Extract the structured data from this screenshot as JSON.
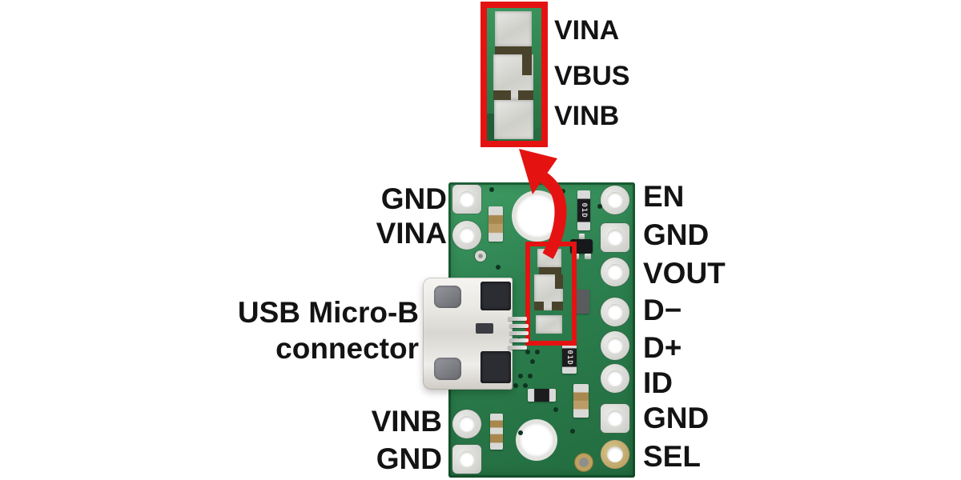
{
  "colors": {
    "bg": "#ffffff",
    "red": "#e41312",
    "board-green": "#2d8150",
    "board-green-light": "#3f9c63",
    "board-green-dark": "#1c5b37",
    "pad-silver": "#d9d9d7",
    "hole-white": "#ffffff",
    "text": "#131313"
  },
  "inset": {
    "pads": [
      "VINA",
      "VBUS",
      "VINB"
    ]
  },
  "board": {
    "left_pins": [
      "GND",
      "VINA",
      "VINB",
      "GND"
    ],
    "right_pins": [
      "EN",
      "GND",
      "VOUT",
      "D−",
      "D+",
      "ID",
      "GND",
      "SEL"
    ]
  },
  "connector": {
    "line1": "USB Micro-B",
    "line2": "connector"
  },
  "component_markings": {
    "resistor1": "01D",
    "resistor2": "01D"
  }
}
